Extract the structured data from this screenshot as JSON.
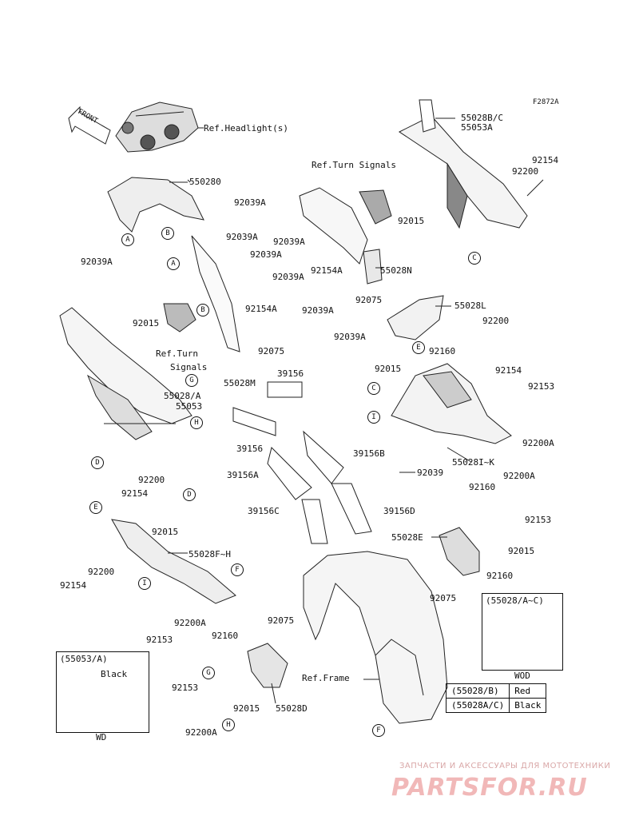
{
  "figure_code": "F2872A",
  "front_arrow": "FRONT",
  "refs": {
    "headlight": "Ref.Headlight(s)",
    "turn_signals_top": "Ref.Turn Signals",
    "turn_signals_left_1": "Ref.Turn",
    "turn_signals_left_2": "Signals",
    "frame": "Ref.Frame"
  },
  "part_numbers": {
    "p55028bc": "55028B/C",
    "p55053a_top": "55053A",
    "p92154_top": "92154",
    "p92200_top": "92200",
    "p550280": "550280",
    "p92039a_1": "92039A",
    "p92039a_2": "92039A",
    "p92039a_3": "92039A",
    "p92039a_4": "92039A",
    "p92039a_5": "92039A",
    "p92039a_6": "92039A",
    "p92039a_7": "92039A",
    "p92039a_8": "92039A",
    "p92015_top": "92015",
    "p92154a_1": "92154A",
    "p92154a_2": "92154A",
    "p55028n": "55028N",
    "p92075_1": "92075",
    "p92075_2": "92075",
    "p55028l": "55028L",
    "p92015_left": "92015",
    "p92160_1": "92160",
    "p92200_2": "92200",
    "p92154_2": "92154",
    "p92015_mid": "92015",
    "p55028m": "55028M",
    "p39156_1": "39156",
    "p55028a": "55028/A",
    "p55053": "55053",
    "p92153_1": "92153",
    "p92200a_1": "92200A",
    "p550281k": "55028I~K",
    "p39156_2": "39156",
    "p39156b": "39156B",
    "p92039": "92039",
    "p39156a": "39156A",
    "p92154_3": "92154",
    "p92200_3": "92200",
    "p92160_2": "92160",
    "p92200a_2": "92200A",
    "p92015_d": "92015",
    "p39156c": "39156C",
    "p39156d": "39156D",
    "p92153_2": "92153",
    "p55028e": "55028E",
    "p55028fh": "55028F~H",
    "p92015_e": "92015",
    "p92200_4": "92200",
    "p92160_3": "92160",
    "p92154_4": "92154",
    "p92075_3": "92075",
    "p92200a_3": "92200A",
    "p92153_3": "92153",
    "p92075_4": "92075",
    "p92160_4": "92160",
    "p92153_4": "92153",
    "p92015_g": "92015",
    "p55028d": "55028D",
    "p92200a_4": "92200A"
  },
  "callouts": [
    "A",
    "B",
    "A",
    "B",
    "C",
    "E",
    "G",
    "H",
    "D",
    "C",
    "I",
    "E",
    "D",
    "I",
    "F",
    "G",
    "H",
    "F"
  ],
  "inset_left": {
    "title": "(55053/A)",
    "color_label": "Black",
    "caption": "WD"
  },
  "inset_right": {
    "title": "(55028/A~C)",
    "caption": "WOD"
  },
  "color_table": [
    {
      "part": "(55028/B)",
      "color": "Red"
    },
    {
      "part": "(55028A/C)",
      "color": "Black"
    }
  ],
  "watermark": {
    "line1": "ЗАПЧАСТИ И АКСЕССУАРЫ ДЛЯ МОТОТЕХНИКИ",
    "line2": "PARTSFOR.RU"
  }
}
